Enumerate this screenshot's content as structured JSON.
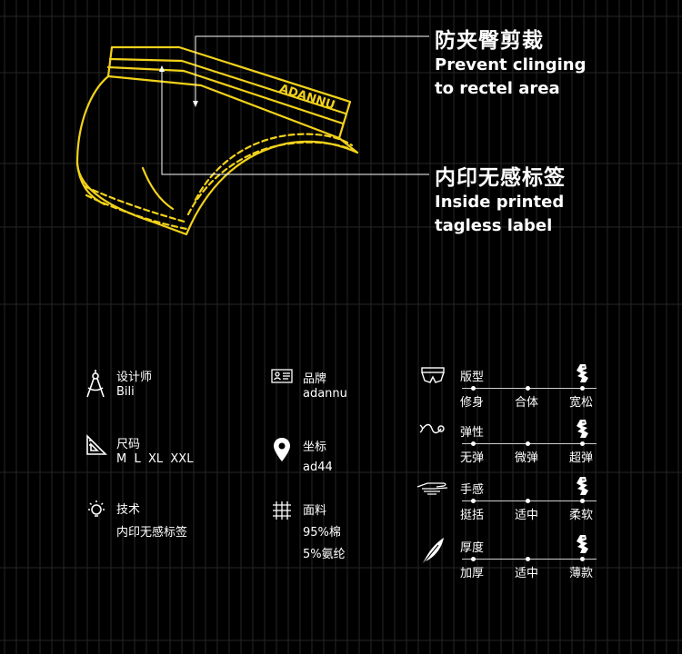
{
  "features": [
    {
      "title_cn": "防夹臀剪裁",
      "title_en_1": "Prevent clinging",
      "title_en_2": "to rectel area"
    },
    {
      "title_cn": "内印无感标签",
      "title_en_1": "Inside printed",
      "title_en_2": "tagless label"
    }
  ],
  "brief_logo_text": "ADANNU",
  "specs": {
    "designer": {
      "label": "设计师",
      "value": "Bili"
    },
    "size": {
      "label": "尺码",
      "value": "M  L  XL  XXL"
    },
    "tech": {
      "label": "技术",
      "value": "内印无感标签"
    },
    "brand": {
      "label": "品牌",
      "value": "adannu"
    },
    "coord": {
      "label": "坐标",
      "value": "ad44"
    },
    "fabric": {
      "label": "面料",
      "value_1": "95%棉",
      "value_2": "5%氨纶"
    }
  },
  "scales": [
    {
      "label": "版型",
      "ticks": [
        "修身",
        "合体",
        "宽松"
      ],
      "selected_index": 2,
      "icon": "briefs-icon"
    },
    {
      "label": "弹性",
      "ticks": [
        "无弹",
        "微弹",
        "超弹"
      ],
      "selected_index": 2,
      "icon": "stretch-icon"
    },
    {
      "label": "手感",
      "ticks": [
        "挺括",
        "适中",
        "柔软"
      ],
      "selected_index": 2,
      "icon": "hand-feel-icon"
    },
    {
      "label": "厚度",
      "ticks": [
        "加厚",
        "适中",
        "薄款"
      ],
      "selected_index": 2,
      "icon": "feather-icon"
    }
  ],
  "colors": {
    "accent": "#F2D21B",
    "background": "#000000",
    "grid": "#2a2a2a"
  }
}
